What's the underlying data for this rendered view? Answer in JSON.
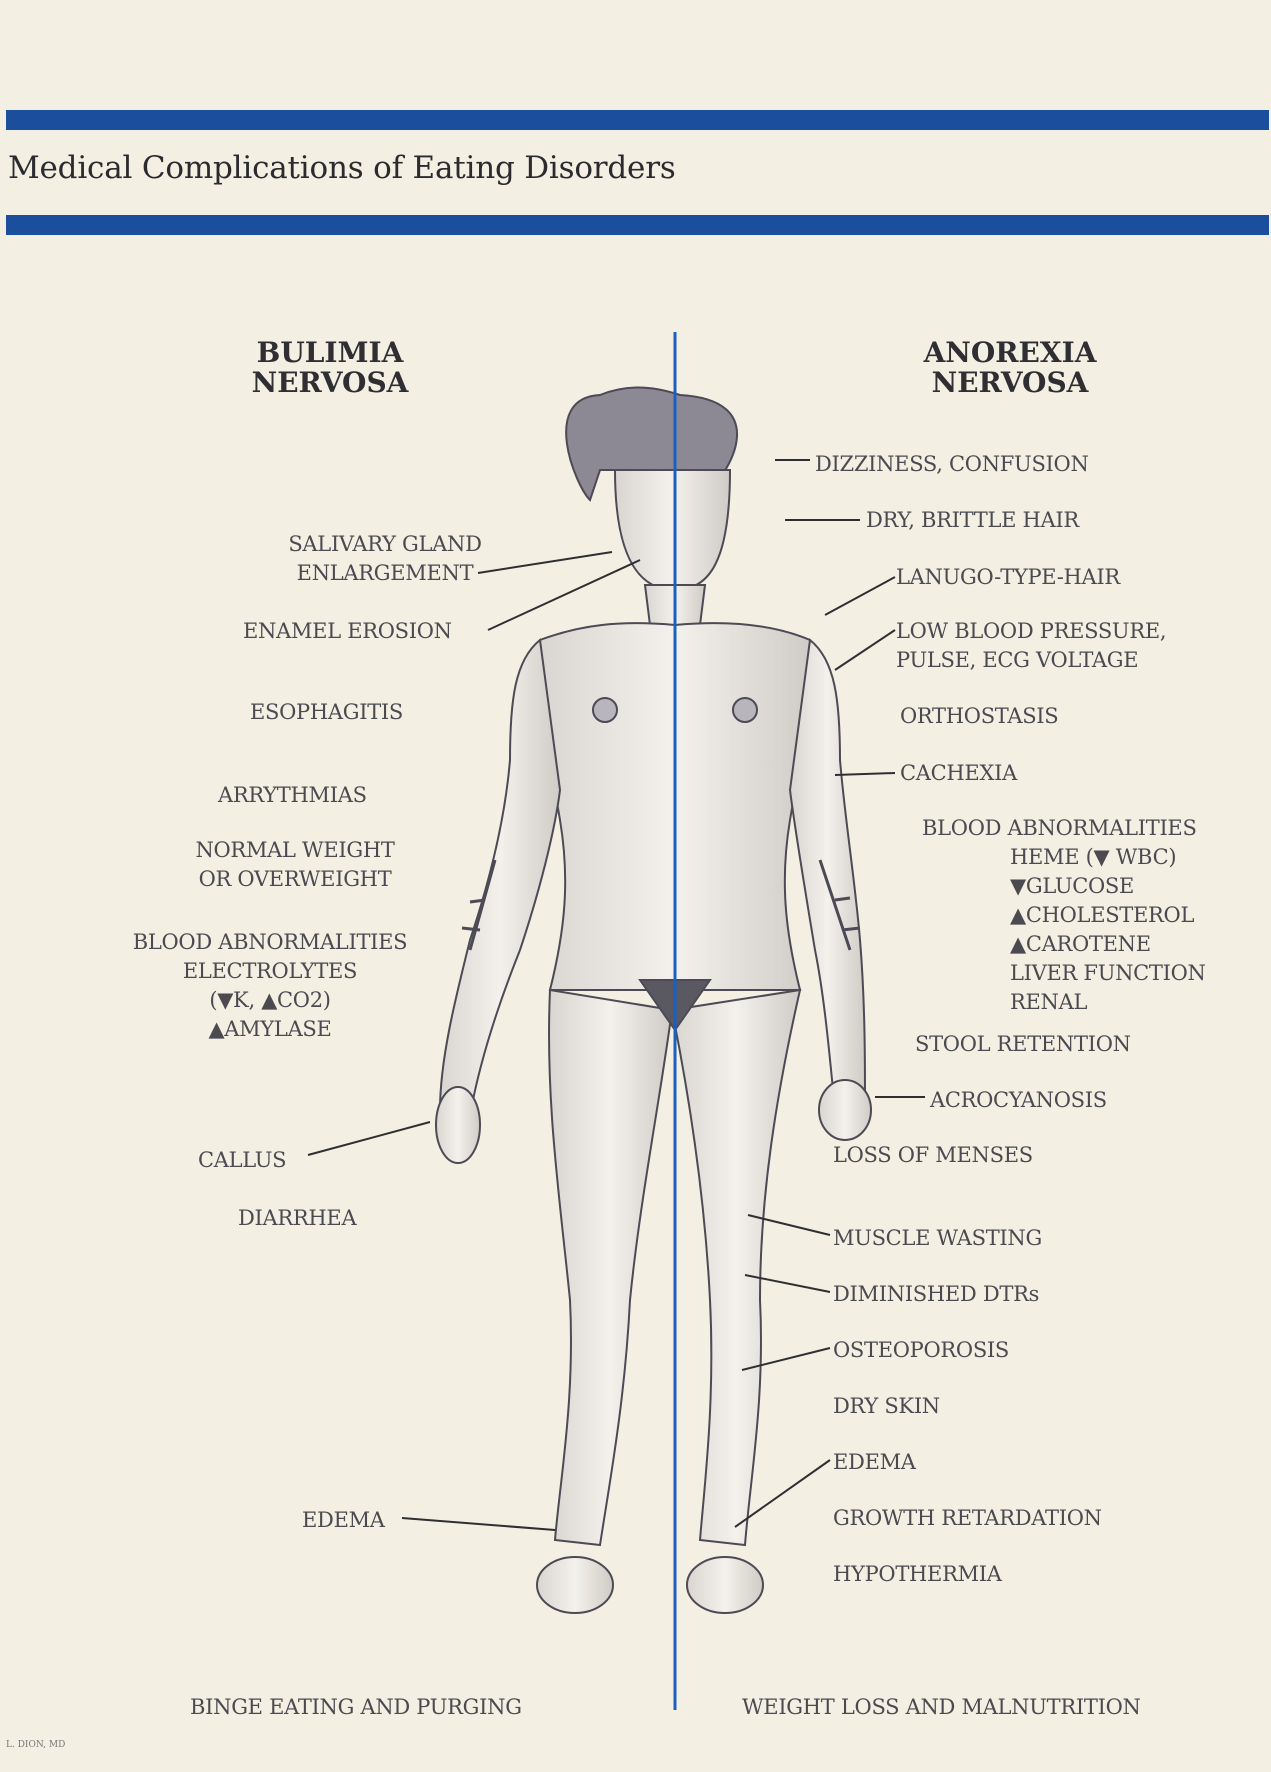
{
  "title": "Medical Complications of Eating Disorders",
  "colors": {
    "rule": "#1b4f9e",
    "paper": "#f3efe2",
    "ink": "#3a3a3e"
  },
  "left": {
    "heading": [
      "BULIMIA",
      "NERVOSA"
    ],
    "salivary": [
      "SALIVARY GLAND",
      "ENLARGEMENT"
    ],
    "enamel": "ENAMEL EROSION",
    "esophagitis": "ESOPHAGITIS",
    "arrythmias": "ARRYTHMIAS",
    "weight": [
      "NORMAL WEIGHT",
      "OR OVERWEIGHT"
    ],
    "blood": [
      "BLOOD ABNORMALITIES",
      "ELECTROLYTES",
      "(▼K, ▲CO2)",
      "▲AMYLASE"
    ],
    "callus": "CALLUS",
    "diarrhea": "DIARRHEA",
    "edema": "EDEMA",
    "footer": "BINGE EATING AND PURGING"
  },
  "right": {
    "heading": [
      "ANOREXIA",
      "NERVOSA"
    ],
    "dizziness": "DIZZINESS, CONFUSION",
    "hair": "DRY, BRITTLE HAIR",
    "lanugo": "LANUGO-TYPE-HAIR",
    "pressure": [
      "LOW BLOOD PRESSURE,",
      "PULSE, ECG VOLTAGE"
    ],
    "orthostasis": "ORTHOSTASIS",
    "cachexia": "CACHEXIA",
    "blood_title": "BLOOD ABNORMALITIES",
    "blood": [
      "HEME (▼ WBC)",
      "▼GLUCOSE",
      "▲CHOLESTEROL",
      "▲CAROTENE",
      "LIVER FUNCTION",
      "RENAL"
    ],
    "stool": "STOOL RETENTION",
    "acrocyanosis": "ACROCYANOSIS",
    "menses": "LOSS OF MENSES",
    "muscle": "MUSCLE WASTING",
    "dtr": "DIMINISHED DTRs",
    "osteo": "OSTEOPOROSIS",
    "dryskin": "DRY SKIN",
    "edema": "EDEMA",
    "growth": "GROWTH RETARDATION",
    "hypothermia": "HYPOTHERMIA",
    "footer": "WEIGHT LOSS AND MALNUTRITION"
  },
  "credit": "L. DION, MD"
}
